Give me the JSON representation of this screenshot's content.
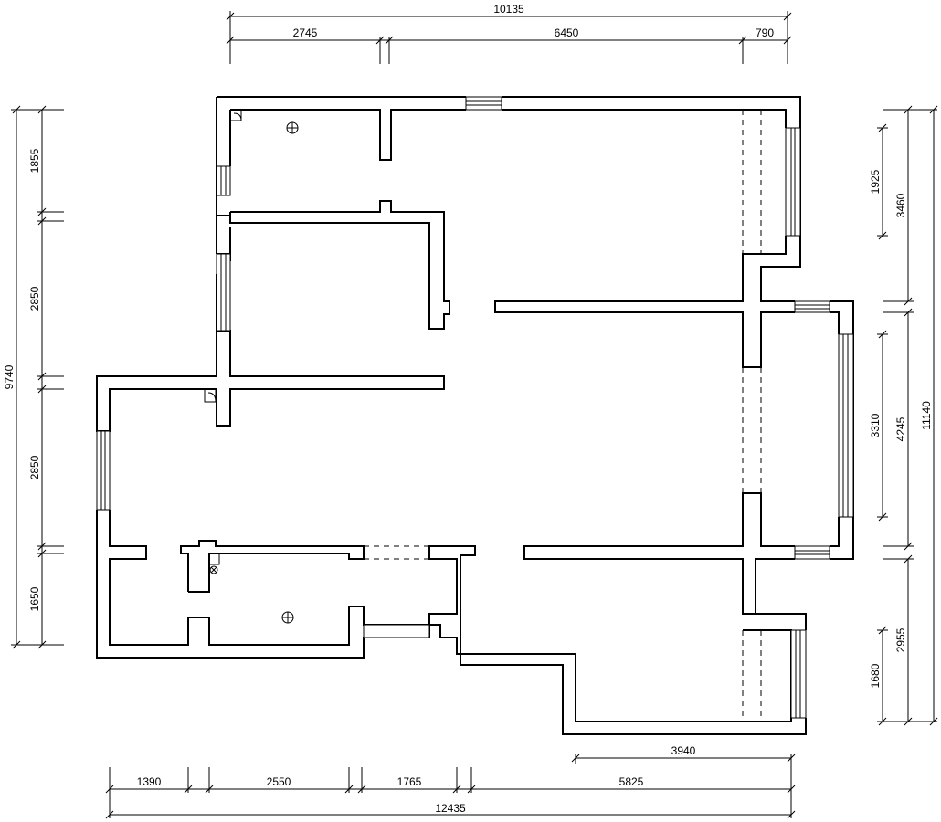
{
  "dimensions": {
    "top": {
      "total": "10135",
      "segments": [
        "2745",
        "6450",
        "790"
      ]
    },
    "bottom": {
      "total": "12435",
      "segments": [
        "1390",
        "2550",
        "1765",
        "5825"
      ],
      "upper": "3940"
    },
    "left": {
      "total": "9740",
      "segments": [
        "1855",
        "2850",
        "2850",
        "1650"
      ]
    },
    "right": {
      "total": "11140",
      "outer": [
        "3460",
        "4245",
        "2955"
      ],
      "inner": [
        "1925",
        "3310",
        "1680"
      ]
    }
  },
  "symbols": [
    "floor-drain-icon",
    "floor-drain-icon",
    "gas-meter-icon"
  ]
}
